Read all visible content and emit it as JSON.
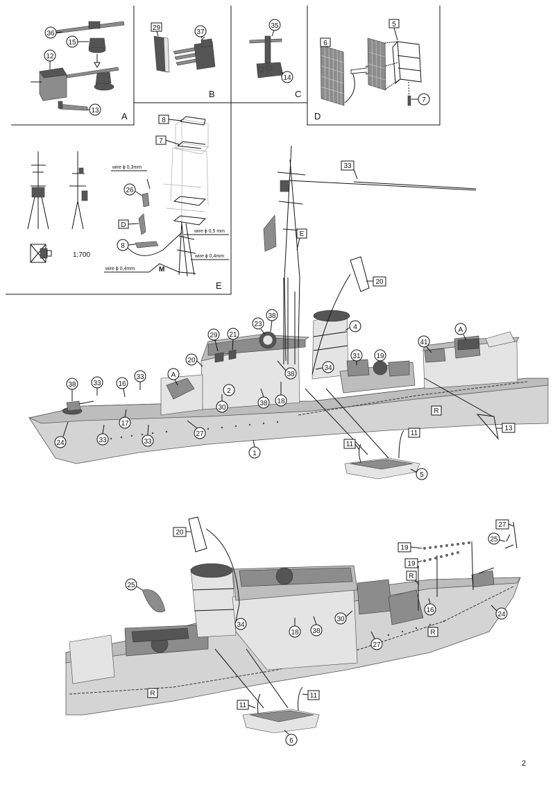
{
  "panels": {
    "a": {
      "letter": "A",
      "parts": [
        "36",
        "15",
        "12",
        "13"
      ]
    },
    "b": {
      "letter": "B",
      "parts": [
        "29",
        "37"
      ]
    },
    "c": {
      "letter": "C",
      "parts": [
        "35",
        "14"
      ]
    },
    "d": {
      "letter": "D",
      "parts": [
        "6",
        "5",
        "7"
      ]
    },
    "e": {
      "letter": "E",
      "parts": [
        "8",
        "7",
        "26",
        "D",
        "8"
      ],
      "wires": [
        "wire ϕ 0,3mm",
        "wire ϕ 0,5 mm",
        "wire ϕ 0,4mm",
        "wire ϕ 0,4mm"
      ],
      "mark": "M",
      "scale": "1:700"
    }
  },
  "top_view": {
    "refs": [
      "33",
      "20",
      "E",
      "A",
      "4",
      "41",
      "38",
      "23",
      "29",
      "21",
      "20",
      "31",
      "19",
      "A",
      "38",
      "33",
      "16",
      "33",
      "2",
      "38",
      "34",
      "18",
      "38",
      "30",
      "R",
      "13",
      "24",
      "17",
      "33",
      "33",
      "27",
      "1",
      "11",
      "11",
      "5"
    ]
  },
  "bottom_view": {
    "refs": [
      "20",
      "27",
      "25",
      "19",
      "19",
      "R",
      "25",
      "16",
      "24",
      "34",
      "18",
      "38",
      "30",
      "R",
      "27",
      "R",
      "11",
      "11",
      "6"
    ]
  },
  "page_number": "2"
}
